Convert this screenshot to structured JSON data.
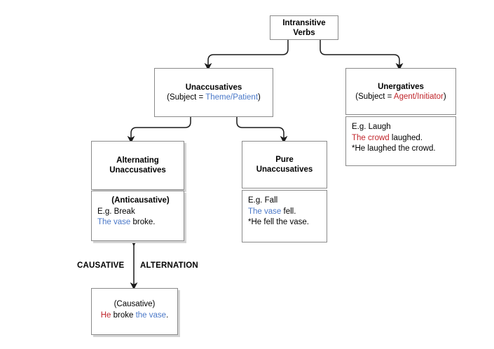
{
  "diagram": {
    "title": "Intransitive Verbs classification tree",
    "colors": {
      "blue": "#4a78c8",
      "red": "#c0252b",
      "border": "#8a8a8a",
      "shadow": "#d4d4d4",
      "background": "#ffffff",
      "text": "#000000"
    },
    "root": {
      "line1": "Intransitive",
      "line2": "Verbs"
    },
    "unaccusatives": {
      "title": "Unaccusatives",
      "subtitle_pre": "(Subject = ",
      "subtitle_role": "Theme/Patient",
      "subtitle_post": ")"
    },
    "unergatives": {
      "title": "Unergatives",
      "subtitle_pre": "(Subject = ",
      "subtitle_role": "Agent/Initiator",
      "subtitle_post": ")",
      "example_label": "E.g. Laugh",
      "grammatical_subject": "The crowd",
      "grammatical_rest": " laughed.",
      "ungrammatical": "*He laughed the crowd."
    },
    "alternating_unaccusatives": {
      "title_line1": "Alternating",
      "title_line2": "Unaccusatives",
      "kind": "(Anticausative)",
      "example_label": "E.g. Break",
      "sentence_subject": "The vase",
      "sentence_rest": " broke."
    },
    "pure_unaccusatives": {
      "title_line1": "Pure",
      "title_line2": "Unaccusatives",
      "example_label": "E.g. Fall",
      "sentence_subject": "The vase",
      "sentence_rest": " fell.",
      "ungrammatical": "*He fell the vase."
    },
    "causative": {
      "kind": "(Causative)",
      "sentence_subject": "He",
      "sentence_mid": " broke ",
      "sentence_object": "the vase",
      "sentence_end": "."
    },
    "alternation_label": {
      "left": "CAUSATIVE",
      "right": "ALTERNATION"
    }
  }
}
